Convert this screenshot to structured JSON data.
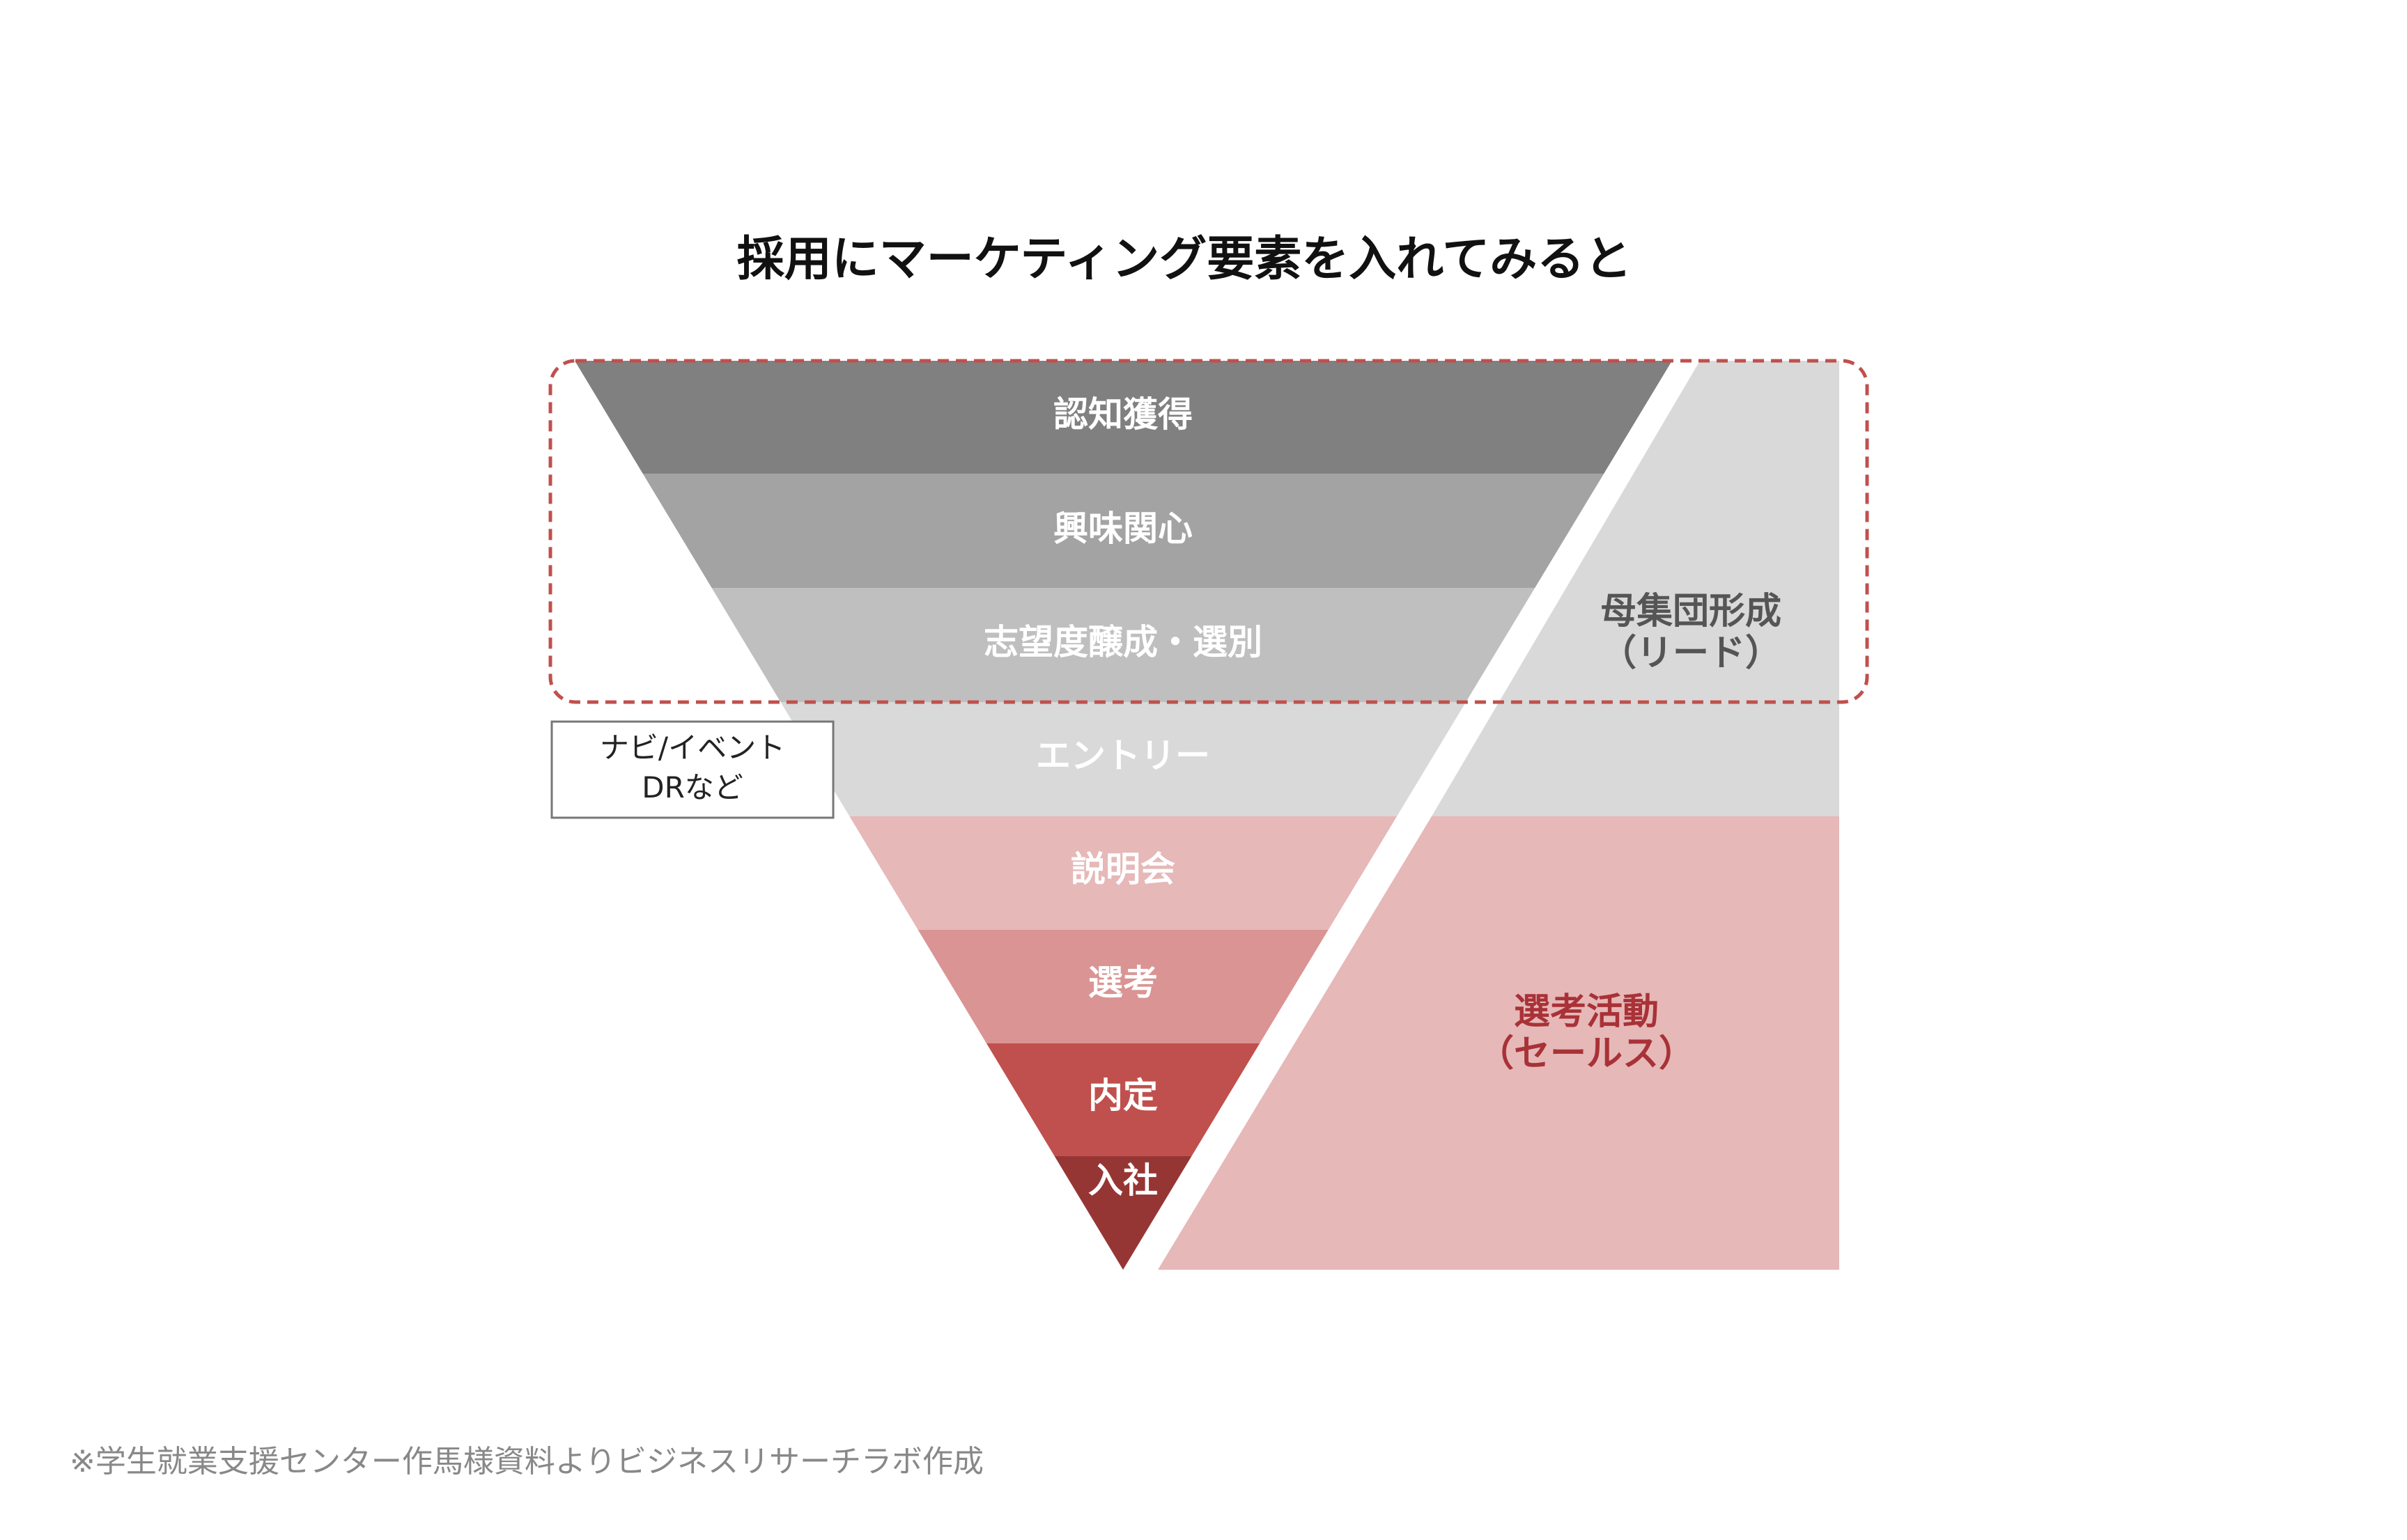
{
  "title": "採用にマーケティング要素を入れてみると",
  "funnel": {
    "layers": [
      {
        "label": "認知獲得",
        "color": "#808080"
      },
      {
        "label": "興味関心",
        "color": "#a3a3a3"
      },
      {
        "label": "志望度醸成・選別",
        "color": "#bfbfbf"
      },
      {
        "label": "エントリー",
        "color": "#d9d9d9"
      },
      {
        "label": "説明会",
        "color": "#e6b8b8"
      },
      {
        "label": "選考",
        "color": "#da9494"
      },
      {
        "label": "内定",
        "color": "#c0504d"
      },
      {
        "label": "入社",
        "color": "#963634"
      }
    ]
  },
  "side_areas": {
    "lead": {
      "label_line1": "母集団形成",
      "label_line2": "（リード）",
      "color": "#d9d9d9"
    },
    "sales": {
      "label_line1": "選考活動",
      "label_line2": "（セールス）",
      "color": "#e6b8b8"
    }
  },
  "highlight_box": {
    "border_color": "#c0504d"
  },
  "channel_box": {
    "line1": "ナビ/イベント",
    "line2": "DRなど"
  },
  "footnote": "※学生就業支援センター作馬様資料よりビジネスリサーチラボ作成"
}
